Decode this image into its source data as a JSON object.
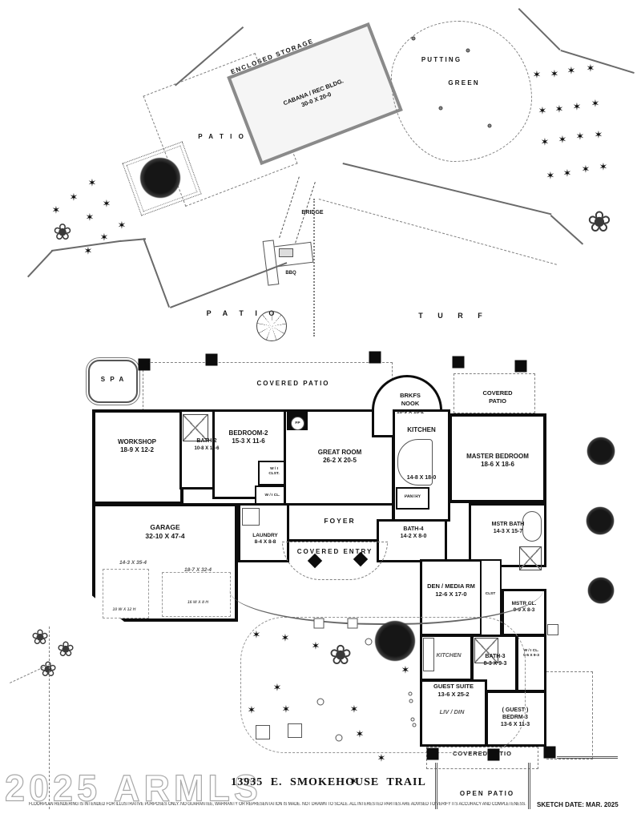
{
  "title_block": {
    "watermark": "2025 ARMLS",
    "address": "13935  E. SMOKEHOUSE  TRAIL",
    "disclaimer": "FLOORPLAN RENDERING IS INTENDED FOR ILLUSTRATIVE PURPOSES ONLY.  NO GUARANTEE, WARRANTY OR REPRESENTATION IS MADE.  NOT DRAWN TO SCALE.  ALL INTERESTED PARTIES ARE ADVISED TO VERIFY ITS ACCURACY AND COMPLETENESS.",
    "sketch_date": "SKETCH DATE:  MAR. 2025"
  },
  "site": {
    "enclosed_storage": "ENCLOSED STORAGE",
    "cabana_name": "CABANA  / REC BLDG.",
    "cabana_dims": "30-0  X  20-0",
    "putting": "P U T T I N G",
    "green": "G R E E N",
    "patio_upper": "P A T I O",
    "bridge": "BRIDGE",
    "bbq": "BBQ",
    "patio_mid": "P A T I O",
    "turf": "T U R F",
    "spa": "S P A"
  },
  "outdoor": {
    "covered_patio_top": "COVERED PATIO",
    "covered_patio_right_line1": "COVERED",
    "covered_patio_right_line2": "PATIO",
    "covered_entry": "COVERED ENTRY",
    "covered_patio_bottom": "COVERED PATIO",
    "open_patio": "OPEN PATIO"
  },
  "rooms": {
    "workshop": {
      "label": "WORKSHOP",
      "dims": "18-9 X 12-2"
    },
    "bath2": {
      "label": "BATH-2",
      "dims": "10-8 X 11-6"
    },
    "bedroom2": {
      "label": "BEDROOM-2",
      "dims": "15-3  X  11-6"
    },
    "great_room": {
      "label": "GREAT ROOM",
      "dims": "26-2  X  20-5"
    },
    "brkfs_nook": {
      "label": "BRKFS",
      "label2": "NOOK",
      "dims": "10-9 X 10-2"
    },
    "kitchen": {
      "label": "KITCHEN",
      "dims": "14-8 X 18-0"
    },
    "pantry": {
      "label": "PANTRY"
    },
    "master_bedroom": {
      "label": "MASTER BEDROOM",
      "dims": "18-6  X  18-6"
    },
    "wi_clst": {
      "label": "W / I",
      "label2": "CLST."
    },
    "wi_cl": {
      "label": "W / I CL."
    },
    "foyer": {
      "label": "FOYER"
    },
    "garage": {
      "label": "GARAGE",
      "dims": "32-10 X 47-4"
    },
    "laundry": {
      "label": "LAUNDRY",
      "dims": "8-4 X 8-8"
    },
    "bath4": {
      "label": "BATH-4",
      "dims": "14-2 X 8-0"
    },
    "mstr_bath": {
      "label": "MSTR BATH",
      "dims": "14-3 X 15-7"
    },
    "den_media": {
      "label": "DEN / MEDIA RM",
      "dims": "12-6  X  17-0"
    },
    "clst": {
      "label": "CLST"
    },
    "mstr_cl": {
      "label": "MSTR CL.",
      "dims": "9-9 X 8-3"
    },
    "guest_kitchen": {
      "label": "KITCHEN"
    },
    "bath3": {
      "label": "BATH-3",
      "dims": "8-3 X 9-3"
    },
    "wi_cl3": {
      "label": "W / I CL.",
      "dims": "5-5 X 9-3"
    },
    "guest_suite": {
      "label": "GUEST SUITE",
      "dims": "13-6  X  25-2"
    },
    "liv_din": {
      "label": "LIV / DIN"
    },
    "guest_bedrm3": {
      "label": "( GUEST )",
      "label2": "BEDRM-3",
      "dims": "13-6 X 11-3"
    },
    "fireplace": {
      "label": "FP"
    }
  },
  "garage_annotations": {
    "bay1": "14-3  X  35-4",
    "bay2": "18-7  X  32-4",
    "door1": "16 W  X  8 H",
    "door2": "10 W  X  12 H"
  }
}
